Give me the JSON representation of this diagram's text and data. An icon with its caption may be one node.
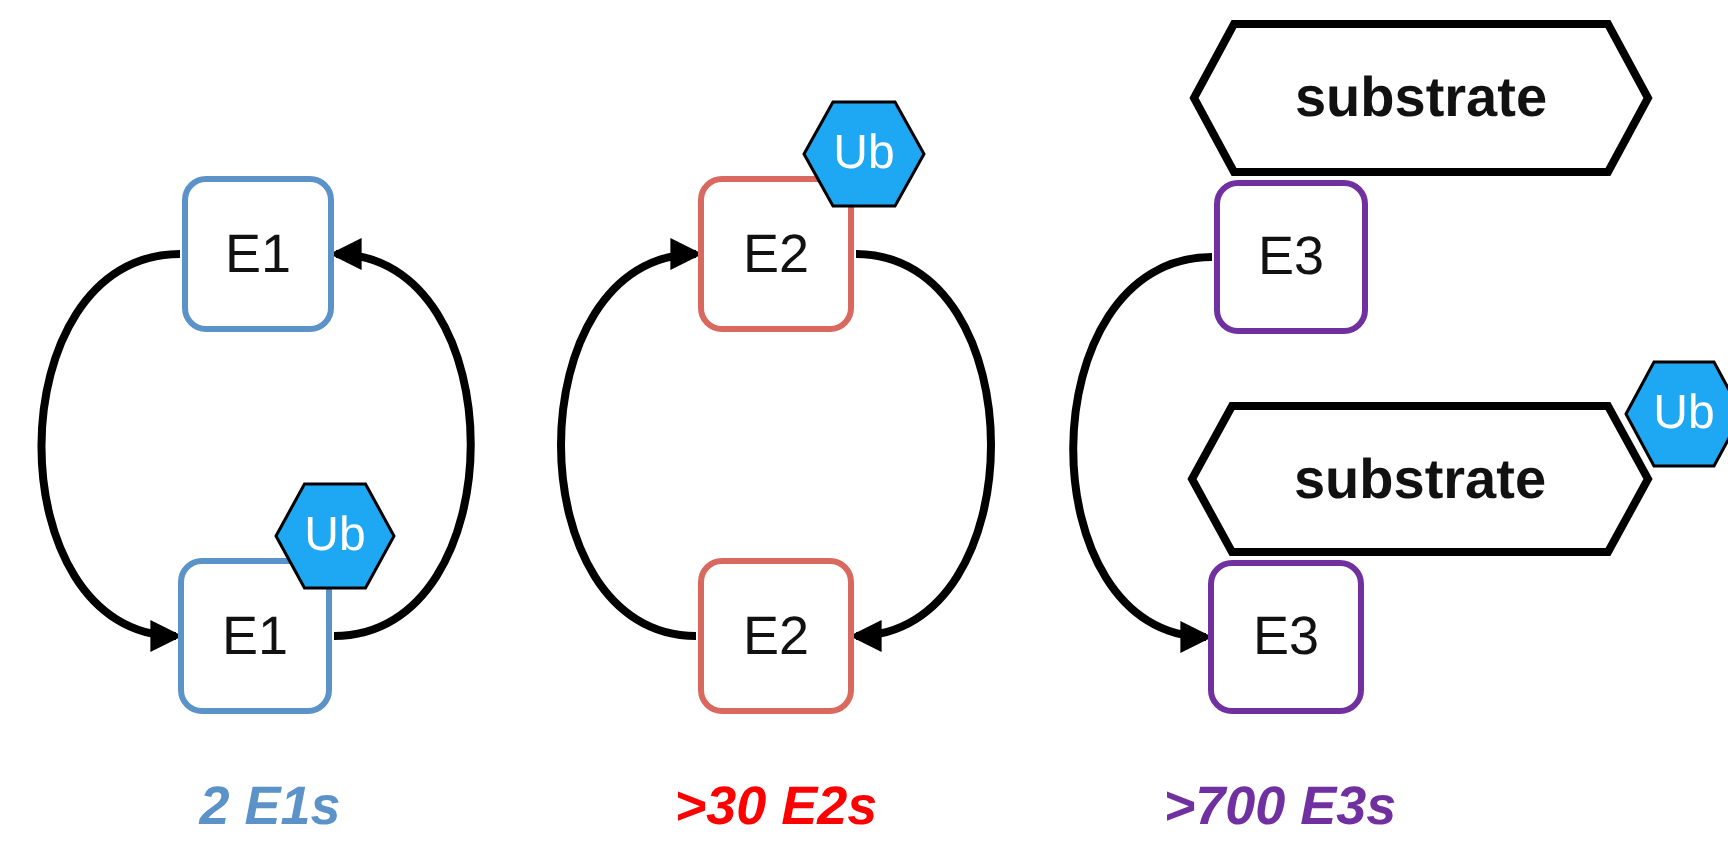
{
  "diagram": {
    "nodes": [
      {
        "text": [
          "E1"
        ]
      },
      {
        "text": [
          "E1"
        ]
      },
      {
        "text": [
          "Ub"
        ]
      },
      {
        "text": [
          "E2"
        ]
      },
      {
        "text": [
          "Ub"
        ]
      },
      {
        "text": [
          "E2"
        ]
      },
      {
        "text": [
          "substrate"
        ]
      },
      {
        "text": [
          "E3"
        ]
      },
      {
        "text": [
          "substrate"
        ]
      },
      {
        "text": [
          "Ub"
        ]
      },
      {
        "text": [
          "E3"
        ]
      }
    ],
    "edges": [
      {
        "from": 0,
        "to": 1,
        "arrow": "to"
      },
      {
        "from": 1,
        "to": 0,
        "arrow": "to"
      },
      {
        "from": 5,
        "to": 3,
        "arrow": "to"
      },
      {
        "from": 3,
        "to": 5,
        "arrow": "to"
      },
      {
        "from": 7,
        "to": 10,
        "arrow": "to"
      }
    ],
    "labels": [
      "2 E1s",
      ">30 E2s",
      ">700 E3s"
    ]
  }
}
